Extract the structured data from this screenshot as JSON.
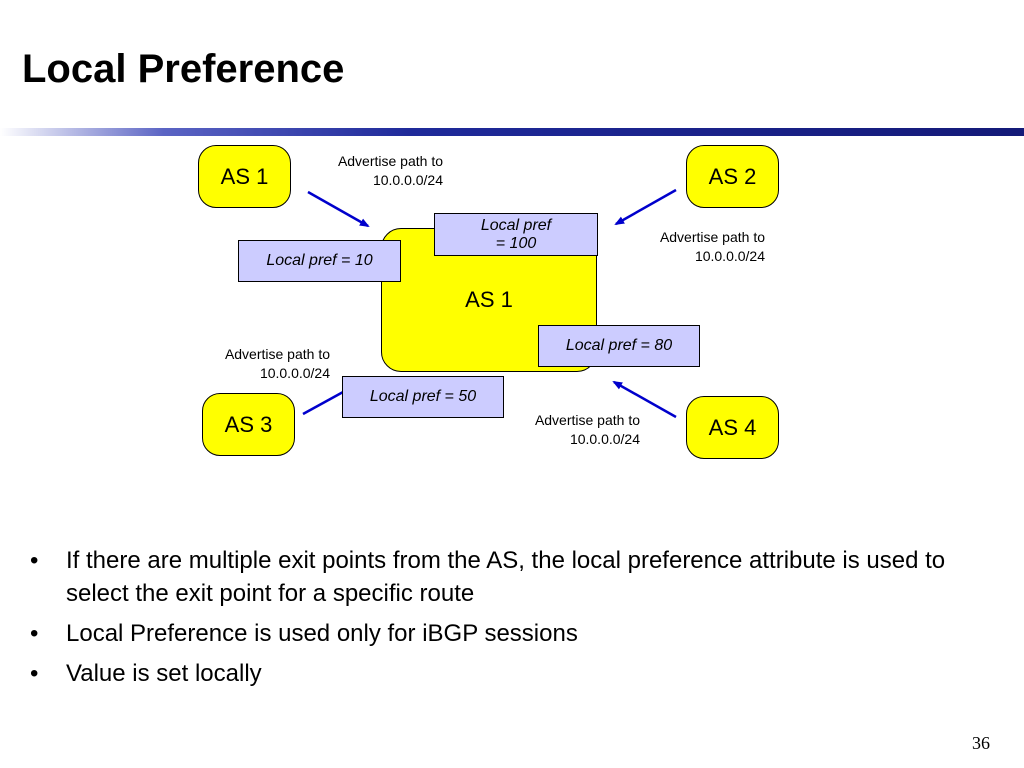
{
  "title": "Local Preference",
  "diagram": {
    "center_as": "AS 1",
    "nodes": {
      "top_left": "AS 1",
      "top_right": "AS 2",
      "bottom_left": "AS 3",
      "bottom_right": "AS 4"
    },
    "local_prefs": {
      "left": "Local pref = 10",
      "top_line1": "Local pref",
      "top_line2": "= 100",
      "right": "Local pref = 80",
      "bottom": "Local pref = 50"
    },
    "advertise": {
      "line1": "Advertise path to",
      "line2": "10.0.0.0/24"
    },
    "colors": {
      "as_fill": "#ffff00",
      "pref_fill": "#ccccff",
      "arrow": "#0000cc"
    }
  },
  "bullets": [
    "If there are multiple exit points from the AS, the local preference attribute is used to select the exit point for a specific route",
    "Local Preference is used only for iBGP sessions",
    "Value is set locally"
  ],
  "bullet_glyph": "•",
  "page_number": "36"
}
